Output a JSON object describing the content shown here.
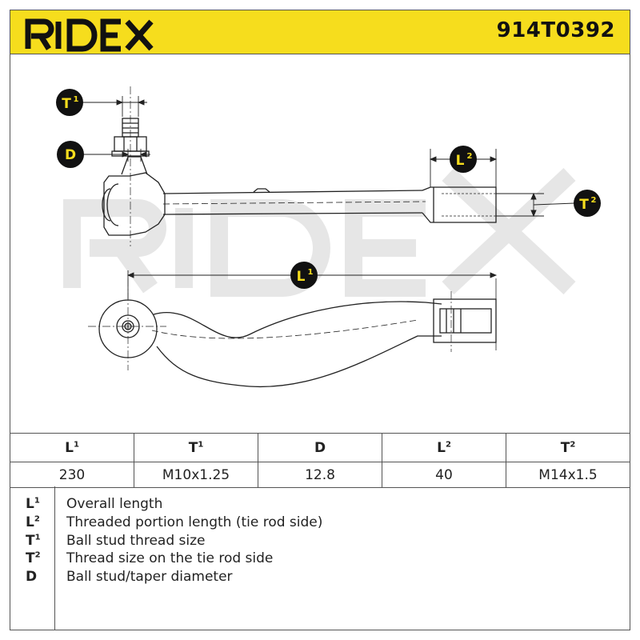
{
  "header": {
    "brand": "RIDEX",
    "part_number": "914T0392"
  },
  "watermark": "RIDEX",
  "drawing_labels": {
    "t1": {
      "letter": "T",
      "index": "1"
    },
    "d": {
      "letter": "D"
    },
    "l2": {
      "letter": "L",
      "index": "2"
    },
    "t2": {
      "letter": "T",
      "index": "2"
    },
    "l1": {
      "letter": "L",
      "index": "1"
    }
  },
  "table": {
    "columns": [
      {
        "letter": "L",
        "index": "1",
        "value": "230"
      },
      {
        "letter": "T",
        "index": "1",
        "value": "M10x1.25"
      },
      {
        "letter": "D",
        "index": "",
        "value": "12.8"
      },
      {
        "letter": "L",
        "index": "2",
        "value": "40"
      },
      {
        "letter": "T",
        "index": "2",
        "value": "M14x1.5"
      }
    ]
  },
  "legend": [
    {
      "letter": "L",
      "index": "1",
      "text": "Overall length"
    },
    {
      "letter": "L",
      "index": "2",
      "text": "Threaded portion length (tie rod side)"
    },
    {
      "letter": "T",
      "index": "1",
      "text": "Ball stud thread size"
    },
    {
      "letter": "T",
      "index": "2",
      "text": "Thread size on the tie rod side"
    },
    {
      "letter": "D",
      "index": "",
      "text": "Ball stud/taper diameter"
    }
  ],
  "colors": {
    "brand_yellow": "#f6dd1d",
    "badge": "#111111",
    "badge_text": "#f6dd1d",
    "line": "#222222",
    "watermark": "#e8e8e8"
  }
}
